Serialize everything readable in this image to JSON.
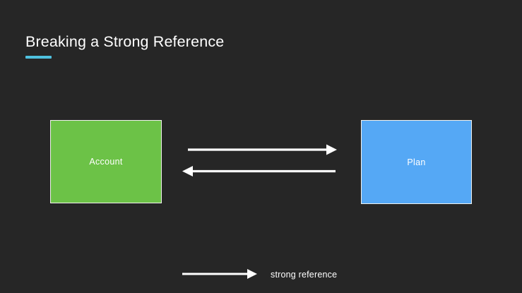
{
  "slide": {
    "title": "Breaking a Strong Reference",
    "background_color": "#262626",
    "accent_color": "#4fc1de",
    "text_color": "#ffffff"
  },
  "diagram": {
    "nodes": [
      {
        "id": "account",
        "label": "Account",
        "fill_color": "#6cc247",
        "border_color": "#f2f2ef"
      },
      {
        "id": "plan",
        "label": "Plan",
        "fill_color": "#55a8f5",
        "border_color": "#f2f2ef"
      }
    ],
    "edges": [
      {
        "id": "account-to-plan",
        "from": "account",
        "to": "plan",
        "direction": "right",
        "kind": "strong reference",
        "color": "#ffffff"
      },
      {
        "id": "plan-to-account",
        "from": "plan",
        "to": "account",
        "direction": "left",
        "kind": "strong reference",
        "color": "#ffffff"
      }
    ]
  },
  "legend": {
    "items": [
      {
        "symbol": "arrow-right-icon",
        "label": "strong reference",
        "color": "#ffffff"
      }
    ]
  }
}
